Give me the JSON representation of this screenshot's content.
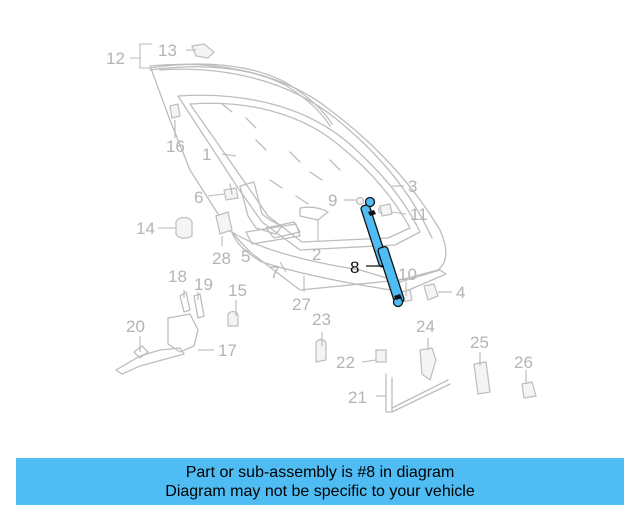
{
  "diagram": {
    "callouts": [
      "1",
      "2",
      "3",
      "4",
      "5",
      "6",
      "7",
      "8",
      "9",
      "10",
      "11",
      "12",
      "13",
      "14",
      "15",
      "16",
      "17",
      "18",
      "19",
      "20",
      "21",
      "22",
      "23",
      "24",
      "25",
      "26",
      "27",
      "28"
    ],
    "highlighted_part": "8",
    "highlight_color": "#4fbdf4",
    "line_color": "#bdbdbd"
  },
  "info_bar": {
    "line1": "Part or sub-assembly is #8 in diagram",
    "line2": "Diagram may not be specific to your vehicle",
    "background": "#4fbdf4"
  }
}
